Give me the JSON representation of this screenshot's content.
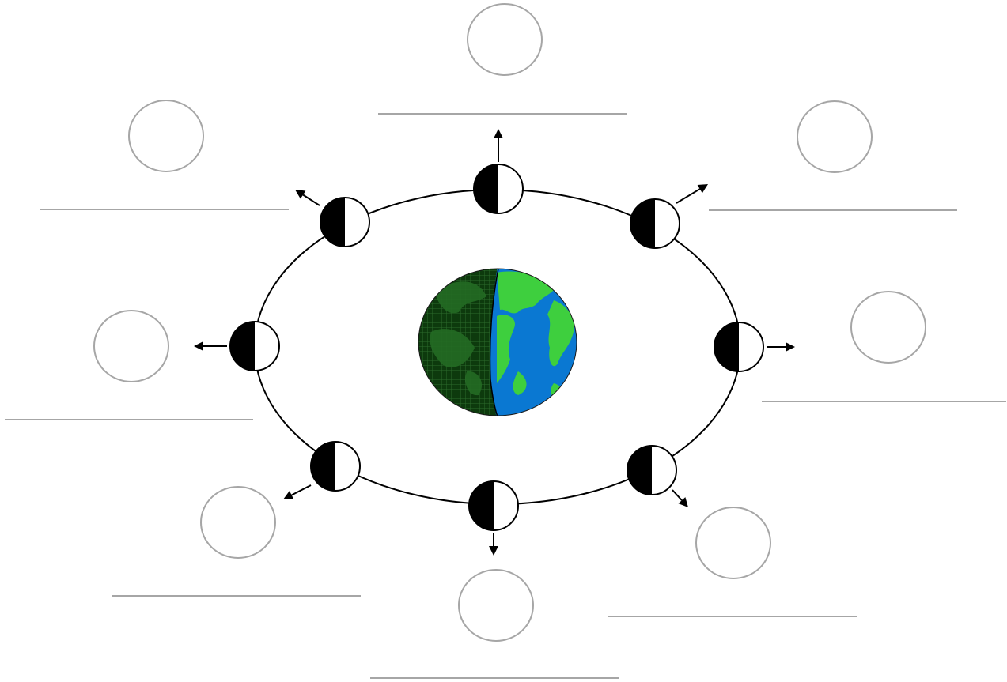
{
  "diagram": {
    "title": "",
    "earth": {
      "icon": "earth-globe-icon",
      "ocean_color": "#0a78d2",
      "land_color": "#3ecf3e",
      "night_color": "#0d3a0d"
    },
    "moon": {
      "dark_color": "#000000",
      "light_color": "#ffffff"
    },
    "blank_color": "#a6a6a6",
    "positions": [
      {
        "id": "top",
        "label": ""
      },
      {
        "id": "top-right",
        "label": ""
      },
      {
        "id": "right",
        "label": ""
      },
      {
        "id": "bottom-right",
        "label": ""
      },
      {
        "id": "bottom",
        "label": ""
      },
      {
        "id": "bottom-left",
        "label": ""
      },
      {
        "id": "left",
        "label": ""
      },
      {
        "id": "top-left",
        "label": ""
      }
    ]
  }
}
